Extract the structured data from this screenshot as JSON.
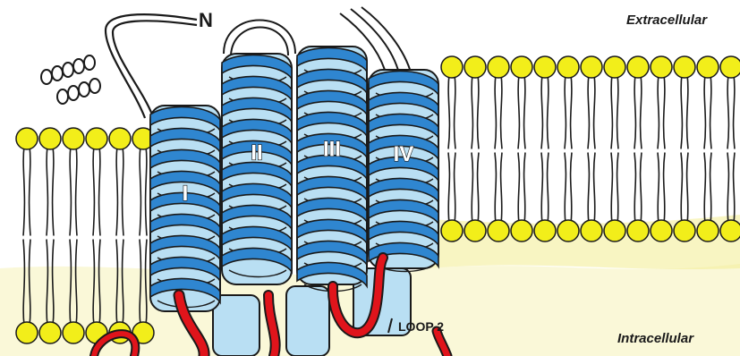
{
  "labels": {
    "extracellular": "Extracellular",
    "intracellular": "Intracellular",
    "n_terminus": "N",
    "loop": "LOOP 2"
  },
  "helices": [
    {
      "id": "I",
      "label": "I"
    },
    {
      "id": "II",
      "label": "II"
    },
    {
      "id": "III",
      "label": "III"
    },
    {
      "id": "IV",
      "label": "IV"
    }
  ],
  "colors": {
    "membrane_heads": "#f2ee1a",
    "helix_blue": "#2f86d0",
    "helix_light": "#b9dff3",
    "loop_red": "#e0141b",
    "cytoplasm_tint": "#f3f0a0",
    "outline": "#1a1a1a"
  }
}
